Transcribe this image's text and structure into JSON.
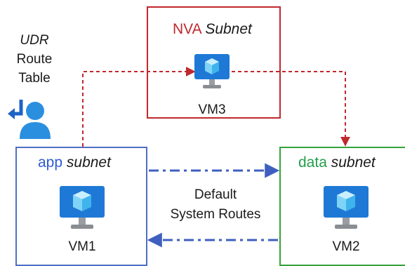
{
  "subnets": {
    "nva": {
      "name": "NVA",
      "suffix": "Subnet",
      "vm": "VM3",
      "color": "#c0282d"
    },
    "app": {
      "name": "app",
      "suffix": "subnet",
      "vm": "VM1",
      "color": "#4f6fc4"
    },
    "data": {
      "name": "data",
      "suffix": "subnet",
      "vm": "VM2",
      "color": "#35a23b"
    }
  },
  "udr": {
    "line1": "UDR",
    "line2": "Route",
    "line3": "Table"
  },
  "routes": {
    "line1": "Default",
    "line2": "System Routes"
  },
  "icons": {
    "vm": "virtual-machine-monitor-icon",
    "route_table": "user-route-table-icon"
  },
  "colors": {
    "udr_path": "#c0282d",
    "system_path": "#3e5fbf",
    "vm_screen": "#1e79d6",
    "vm_cube": "#7fd3f7"
  }
}
